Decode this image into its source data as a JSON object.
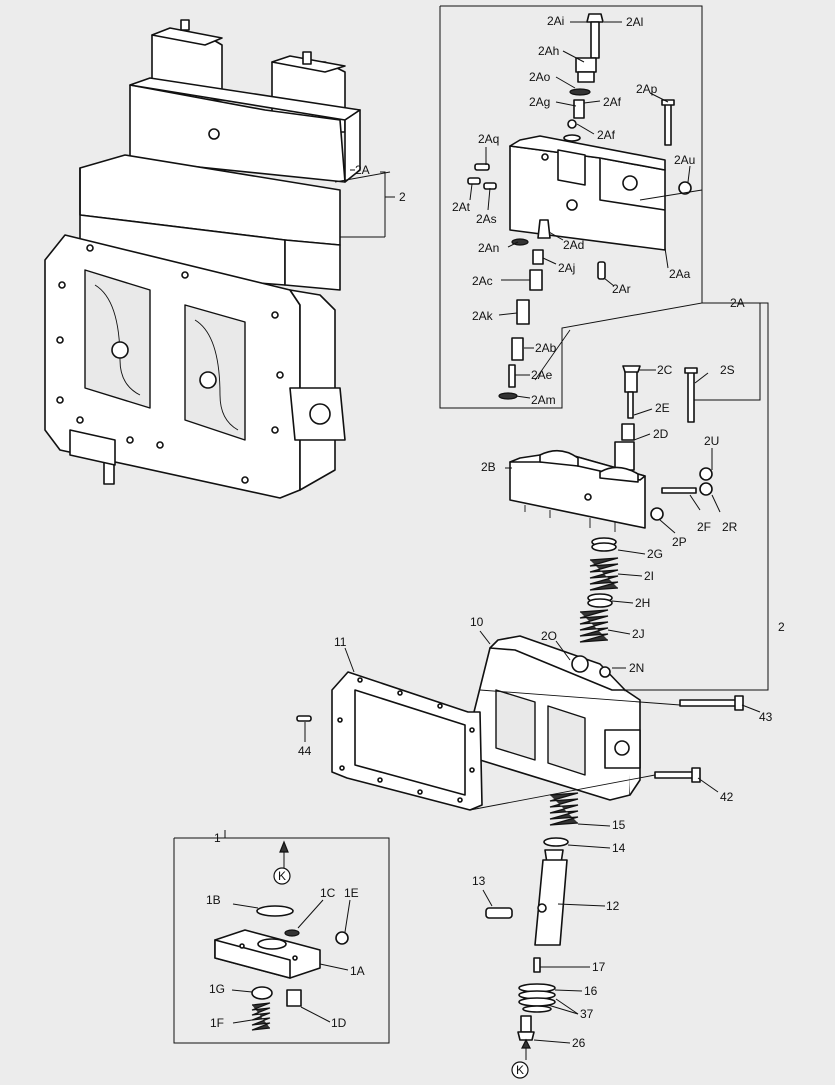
{
  "callouts": {
    "c_2Ai": "2Ai",
    "c_2Al": "2Al",
    "c_2Ah": "2Ah",
    "c_2Ao": "2Ao",
    "c_2Ag": "2Ag",
    "c_2Af1": "2Af",
    "c_2Ap": "2Ap",
    "c_2Af2": "2Af",
    "c_2Aq": "2Aq",
    "c_2Au": "2Au",
    "c_2At": "2At",
    "c_2As": "2As",
    "c_2Ad": "2Ad",
    "c_2An": "2An",
    "c_2Aj": "2Aj",
    "c_2Aa": "2Aa",
    "c_2Ac": "2Ac",
    "c_2Ar": "2Ar",
    "c_2Ak": "2Ak",
    "c_2Ab": "2Ab",
    "c_2Ae": "2Ae",
    "c_2Am": "2Am",
    "c_2A_top": "2A",
    "c_2_top": "2",
    "c_2A_mid": "2A",
    "c_2_right": "2",
    "c_2C": "2C",
    "c_2S": "2S",
    "c_2E": "2E",
    "c_2D": "2D",
    "c_2U": "2U",
    "c_2B": "2B",
    "c_2F": "2F",
    "c_2R": "2R",
    "c_2P": "2P",
    "c_2G": "2G",
    "c_2I": "2I",
    "c_2H": "2H",
    "c_2J": "2J",
    "c_10": "10",
    "c_2O": "2O",
    "c_2N": "2N",
    "c_11": "11",
    "c_43": "43",
    "c_44": "44",
    "c_42": "42",
    "c_15": "15",
    "c_14": "14",
    "c_13": "13",
    "c_12": "12",
    "c_17": "17",
    "c_16": "16",
    "c_37": "37",
    "c_26": "26",
    "c_1": "1",
    "c_1B": "1B",
    "c_1C": "1C",
    "c_1E": "1E",
    "c_1A": "1A",
    "c_1G": "1G",
    "c_1F": "1F",
    "c_1D": "1D",
    "k_top": "K",
    "k_bottom": "K"
  }
}
